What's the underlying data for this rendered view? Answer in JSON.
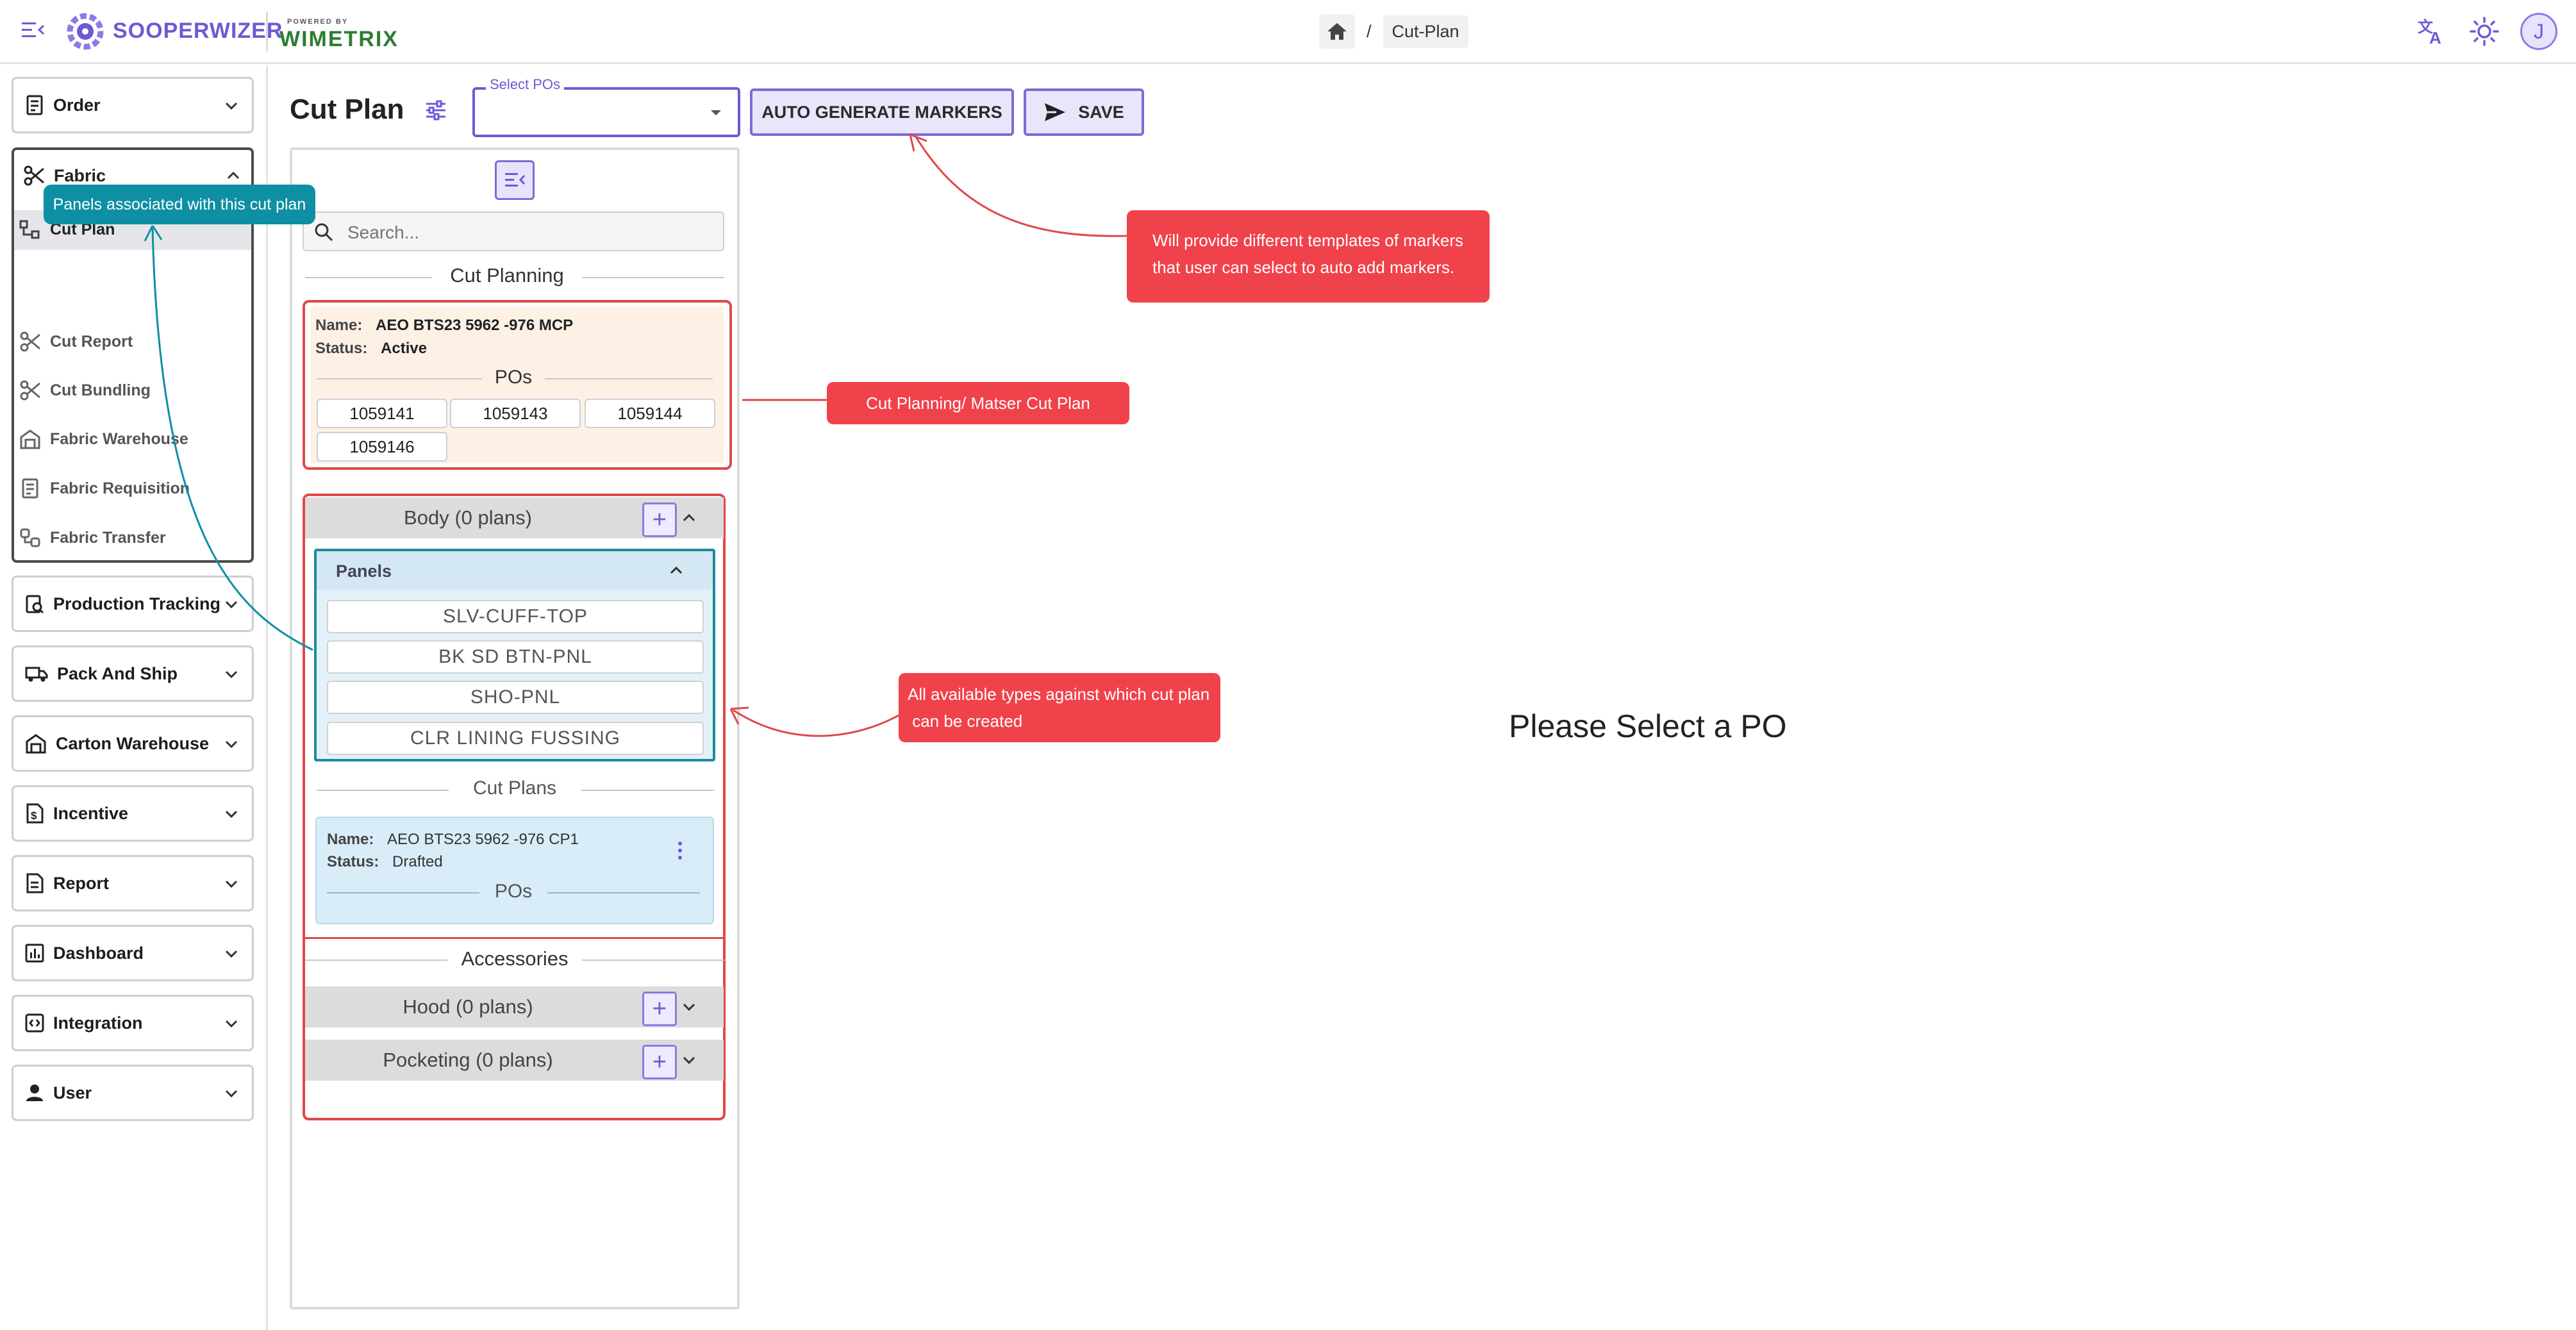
{
  "topbar": {
    "brand": "SOOPERWIZER",
    "powered_by": "POWERED BY",
    "partner": "WIMETRIX",
    "breadcrumb_sep": "/",
    "breadcrumb_current": "Cut-Plan",
    "avatar_letter": "J"
  },
  "sidebar": {
    "items": [
      {
        "label": "Order",
        "icon": "order-icon"
      },
      {
        "label": "Fabric",
        "icon": "scissors-icon"
      },
      {
        "label": "Production Tracking",
        "icon": "production-icon"
      },
      {
        "label": "Pack And Ship",
        "icon": "truck-icon"
      },
      {
        "label": "Carton Warehouse",
        "icon": "warehouse-icon"
      },
      {
        "label": "Incentive",
        "icon": "incentive-icon"
      },
      {
        "label": "Report",
        "icon": "report-icon"
      },
      {
        "label": "Dashboard",
        "icon": "dashboard-icon"
      },
      {
        "label": "Integration",
        "icon": "integration-icon"
      },
      {
        "label": "User",
        "icon": "user-icon"
      }
    ],
    "fabric_sub": [
      {
        "label": "Cut Plan"
      },
      {
        "label": "Cut Report"
      },
      {
        "label": "Cut Bundling"
      },
      {
        "label": "Fabric Warehouse"
      },
      {
        "label": "Fabric Requisition"
      },
      {
        "label": "Fabric Transfer"
      }
    ]
  },
  "header": {
    "title": "Cut Plan",
    "select_label": "Select POs",
    "select_value": "",
    "auto_generate": "AUTO GENERATE MARKERS",
    "save": "SAVE"
  },
  "cut_panel": {
    "search_placeholder": "Search...",
    "cut_planning_heading": "Cut Planning",
    "master": {
      "name_label": "Name:",
      "name_value": "AEO BTS23 5962 -976 MCP",
      "status_label": "Status:",
      "status_value": "Active",
      "pos_heading": "POs",
      "pos": [
        "1059141",
        "1059143",
        "1059144",
        "1059146"
      ]
    },
    "body_row": "Body (0 plans)",
    "panels_heading": "Panels",
    "panels": [
      "SLV-CUFF-TOP",
      "BK SD BTN-PNL",
      "SHO-PNL",
      "CLR LINING FUSSING"
    ],
    "cut_plans_heading": "Cut Plans",
    "cut_plan": {
      "name_label": "Name:",
      "name_value": "AEO BTS23 5962 -976 CP1",
      "status_label": "Status:",
      "status_value": "Drafted",
      "pos_heading": "POs"
    },
    "accessories_heading": "Accessories",
    "hood_row": "Hood (0 plans)",
    "pocketing_row": "Pocketing (0 plans)"
  },
  "main": {
    "empty_message": "Please Select a PO"
  },
  "annotations": {
    "panels_tooltip": "Panels associated with this cut plan",
    "markers_note_line1": "Will provide different templates of markers",
    "markers_note_line2": "that user can select to auto add markers.",
    "cut_planning_note": "Cut Planning/ Matser Cut Plan",
    "types_note_line1": "All available types against which cut plan",
    "types_note_line2": " can be created"
  },
  "colors": {
    "accent": "#6c5ad6",
    "callout_red": "#f0424b",
    "tooltip_teal": "#0e8fa3",
    "master_bg": "#fdf1e6",
    "panel_blue_bg": "#d8edf7"
  }
}
